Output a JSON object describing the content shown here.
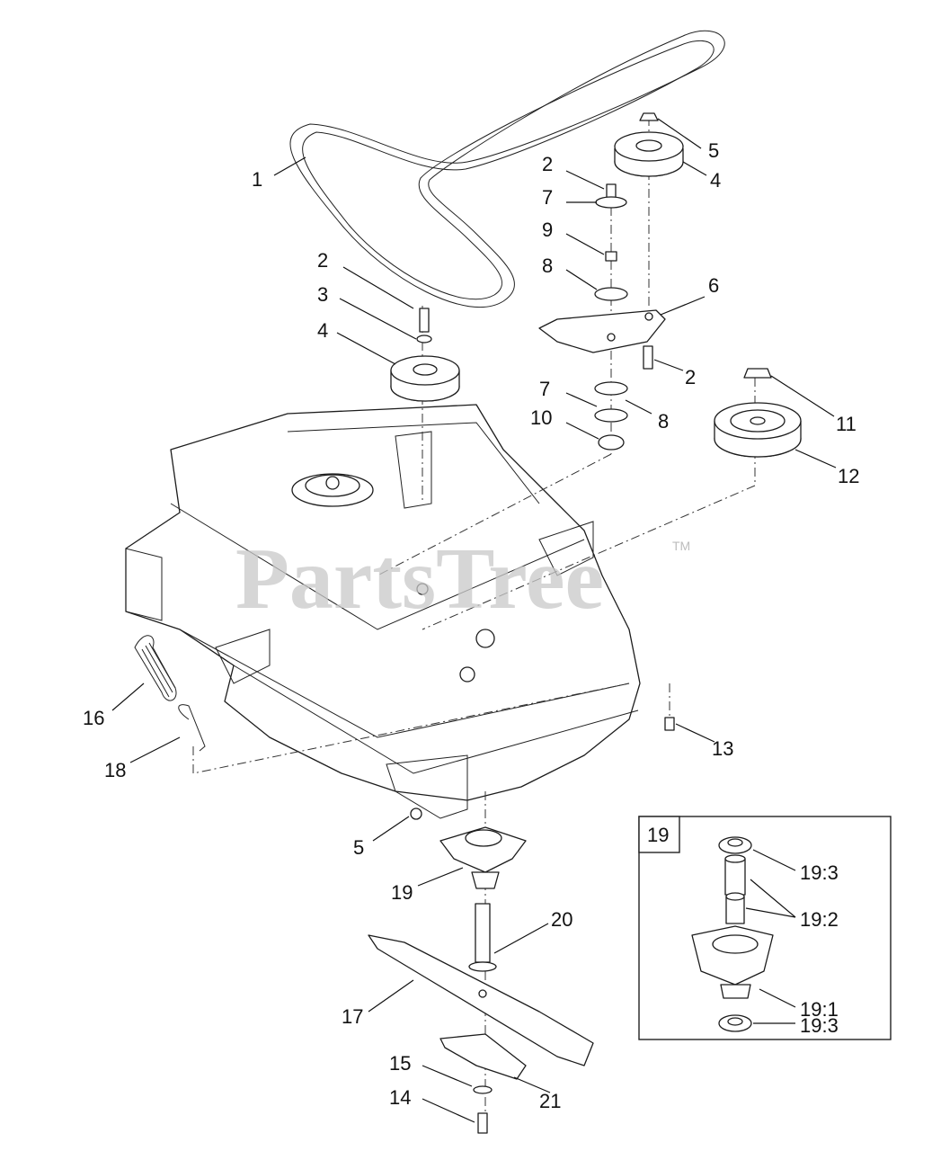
{
  "watermark": {
    "brand": "PartsTree",
    "trademark": "TM"
  },
  "callouts": {
    "c1": "1",
    "c2a": "2",
    "c2b": "2",
    "c2c": "2",
    "c3": "3",
    "c4a": "4",
    "c4b": "4",
    "c5a": "5",
    "c5b": "5",
    "c6": "6",
    "c7a": "7",
    "c7b": "7",
    "c8a": "8",
    "c8b": "8",
    "c9": "9",
    "c10": "10",
    "c11": "11",
    "c12": "12",
    "c13": "13",
    "c14": "14",
    "c15": "15",
    "c16": "16",
    "c17": "17",
    "c18": "18",
    "c19": "19",
    "c20": "20",
    "c21": "21"
  },
  "inset": {
    "label": "19",
    "c19_3a": "19:3",
    "c19_2": "19:2",
    "c19_1": "19:1",
    "c19_3b": "19:3"
  }
}
